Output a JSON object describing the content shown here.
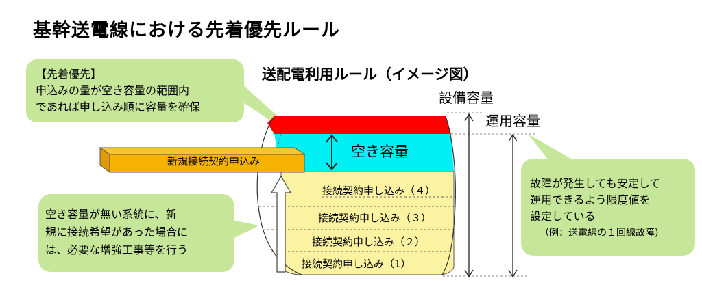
{
  "title": "基幹送電線における先着優先ルール",
  "diagram_title": "送配電利用ルール（イメージ図）",
  "labels": {
    "equipment_capacity": "設備容量",
    "operating_capacity": "運用容量",
    "available_capacity": "空き容量",
    "new_connection": "新規接続契約申込み"
  },
  "contracts": [
    "接続契約申し込み（４）",
    "接続契約申し込み（３）",
    "接続契約申し込み（２）",
    "接続契約申し込み（1）"
  ],
  "callouts": {
    "first_come": [
      "【先着優先】",
      "申込みの量が空き容量の範囲内",
      "であれば申し込み順に容量を確保"
    ],
    "reinforcement": [
      "空き容量が無い系統に、新",
      "規に接続希望があった場合に",
      "は、必要な増強工事等を行う"
    ],
    "safety_margin": [
      "故障が発生しても安定して",
      "運用できるよう限度値を",
      "設定している"
    ],
    "safety_margin_note": "（例：送電線の１回線故障)"
  },
  "colors": {
    "callout_green": "#c6e69a",
    "red_band": "#ff0000",
    "available_cyan": "#00f0f5",
    "contracts_yellow": "#fbf3a2",
    "new_box_orange": "#f5b200"
  }
}
